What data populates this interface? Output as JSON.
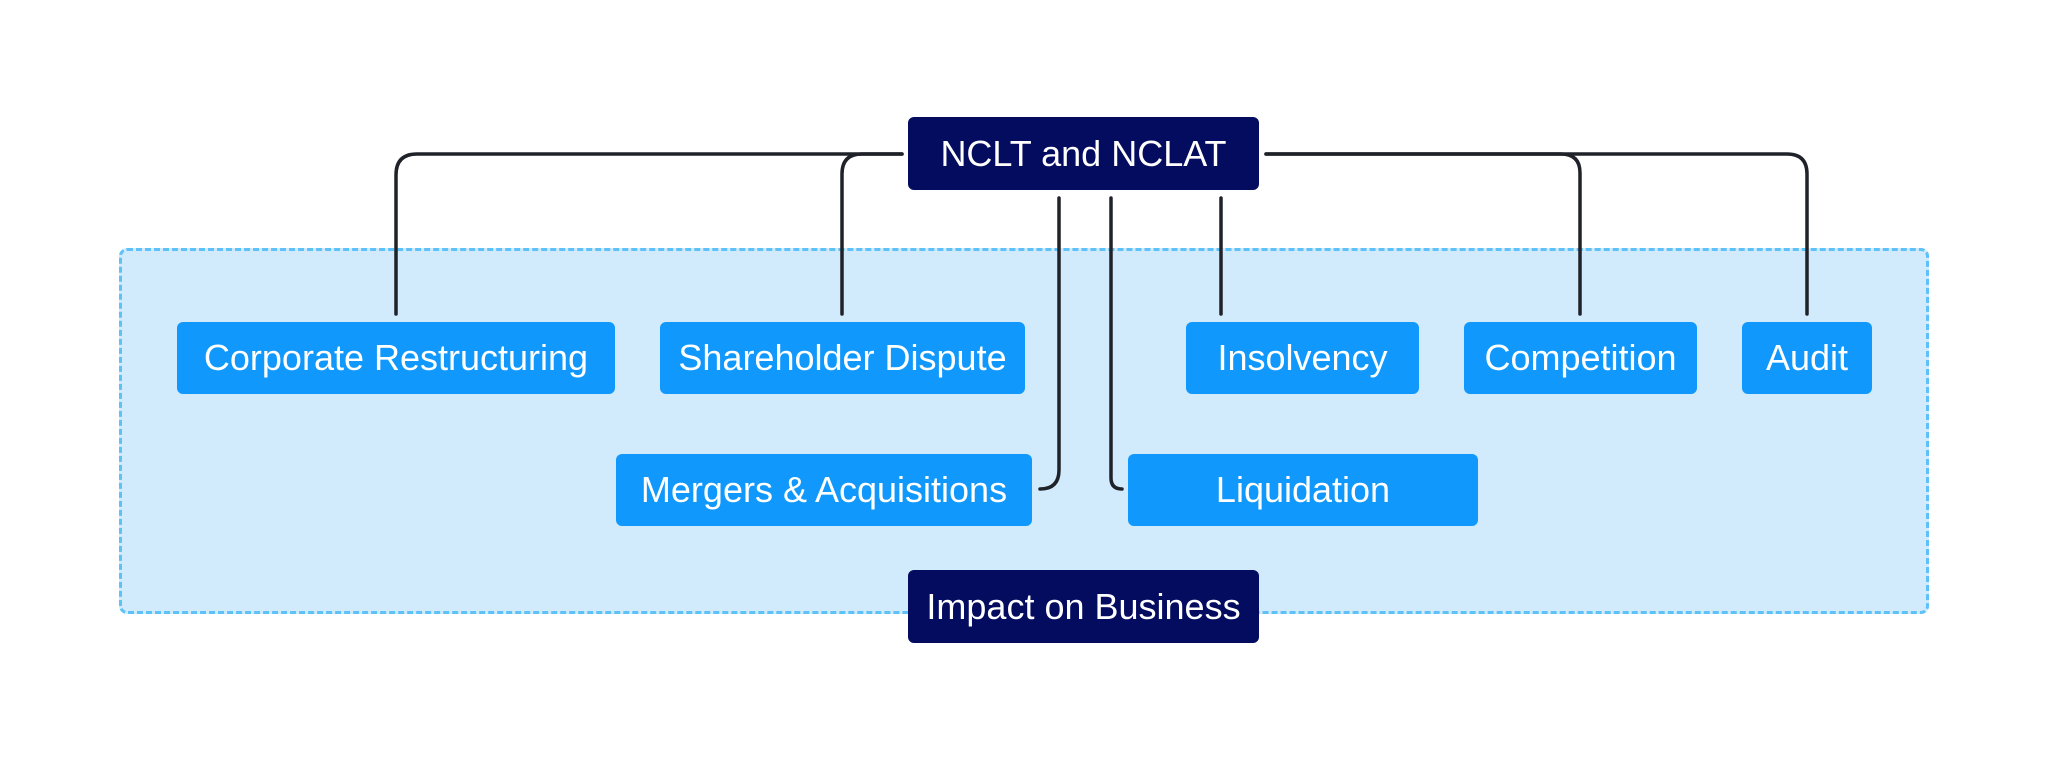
{
  "diagram": {
    "root": {
      "label": "NCLT and NCLAT"
    },
    "group": {
      "label": "Impact on Business"
    },
    "children": [
      {
        "id": "corporate-restructuring",
        "label": "Corporate Restructuring"
      },
      {
        "id": "shareholder-dispute",
        "label": "Shareholder Dispute"
      },
      {
        "id": "insolvency",
        "label": "Insolvency"
      },
      {
        "id": "competition",
        "label": "Competition"
      },
      {
        "id": "audit",
        "label": "Audit"
      },
      {
        "id": "mergers-acquisitions",
        "label": "Mergers & Acquisitions"
      },
      {
        "id": "liquidation",
        "label": "Liquidation"
      }
    ],
    "colors": {
      "root_fill": "#040c5f",
      "child_fill": "#1098fc",
      "group_fill": "#d1ebfd",
      "group_border": "#5ec1f7",
      "connector": "#1f2329",
      "text": "#ffffff"
    }
  }
}
